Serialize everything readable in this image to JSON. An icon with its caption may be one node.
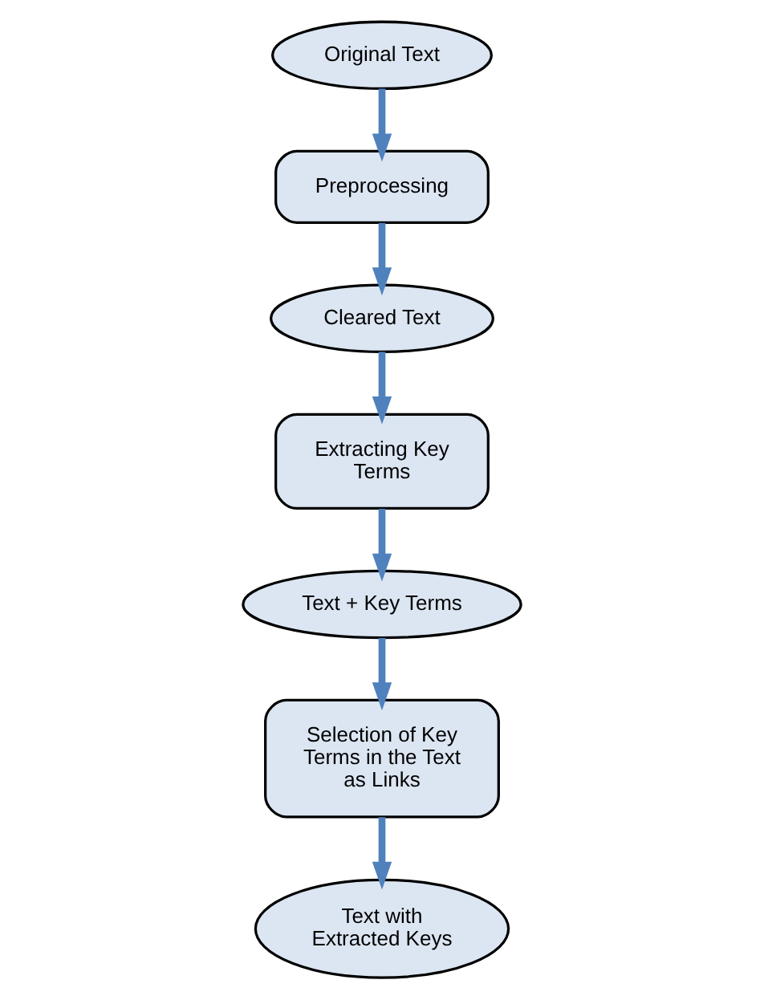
{
  "diagram": {
    "nodes": [
      {
        "text": [
          "Original Text"
        ]
      },
      {
        "text": [
          "Preprocessing"
        ]
      },
      {
        "text": [
          "Cleared Text"
        ]
      },
      {
        "text": [
          "Extracting Key Terms"
        ]
      },
      {
        "text": [
          "Text + Key Terms"
        ]
      },
      {
        "text": [
          "Selection of Key Terms in the Text as Links"
        ]
      },
      {
        "text": [
          "Text with Extracted Keys"
        ]
      }
    ],
    "edges": [
      {
        "from": 0,
        "to": 1,
        "arrow": "to"
      },
      {
        "from": 1,
        "to": 2,
        "arrow": "to"
      },
      {
        "from": 2,
        "to": 3,
        "arrow": "to"
      },
      {
        "from": 3,
        "to": 4,
        "arrow": "to"
      },
      {
        "from": 4,
        "to": 5,
        "arrow": "to"
      },
      {
        "from": 5,
        "to": 6,
        "arrow": "to"
      }
    ]
  }
}
